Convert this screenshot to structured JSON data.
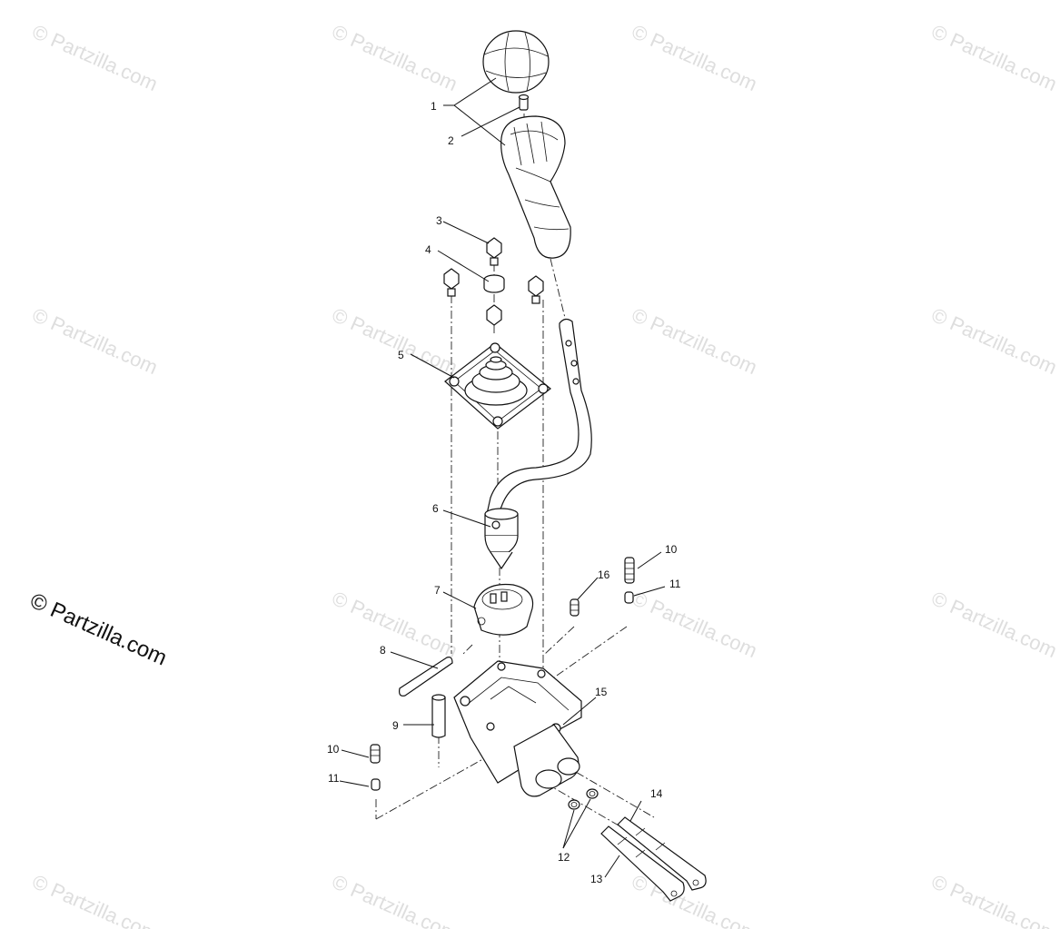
{
  "watermark": {
    "text": "© Partzilla.com",
    "primary_text": "© Partzilla.com"
  },
  "callouts": [
    {
      "id": "1",
      "label": "1"
    },
    {
      "id": "2",
      "label": "2"
    },
    {
      "id": "3",
      "label": "3"
    },
    {
      "id": "4",
      "label": "4"
    },
    {
      "id": "5",
      "label": "5"
    },
    {
      "id": "6",
      "label": "6"
    },
    {
      "id": "7",
      "label": "7"
    },
    {
      "id": "8",
      "label": "8"
    },
    {
      "id": "9",
      "label": "9"
    },
    {
      "id": "10a",
      "label": "10"
    },
    {
      "id": "10b",
      "label": "10"
    },
    {
      "id": "11a",
      "label": "11"
    },
    {
      "id": "11b",
      "label": "11"
    },
    {
      "id": "12",
      "label": "12"
    },
    {
      "id": "13",
      "label": "13"
    },
    {
      "id": "14",
      "label": "14"
    },
    {
      "id": "15",
      "label": "15"
    },
    {
      "id": "16",
      "label": "16"
    }
  ],
  "colors": {
    "line": "#111111",
    "watermark": "#dedede",
    "background": "#ffffff"
  }
}
